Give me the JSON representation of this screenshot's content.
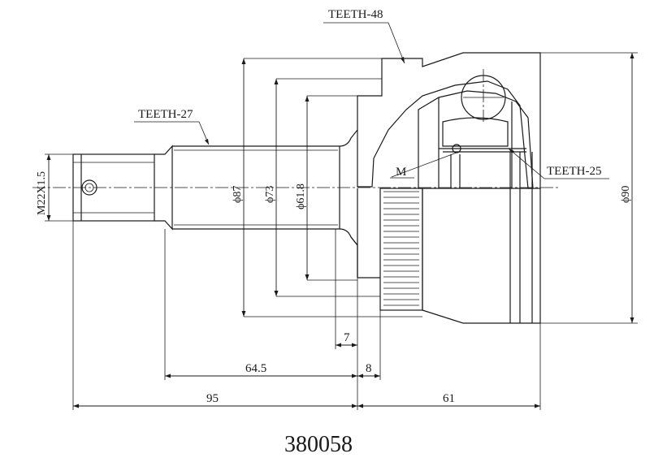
{
  "labels": {
    "teeth_outer": "TEETH-48",
    "teeth_shaft": "TEETH-27",
    "teeth_inner": "TEETH-25",
    "thread": "M22X1.5",
    "m_mark": "M",
    "dia_87": "ϕ87",
    "dia_73": "ϕ73",
    "dia_61": "ϕ61.8",
    "dia_90": "ϕ90",
    "dim_7": "7",
    "dim_64": "64.5",
    "dim_8": "8",
    "dim_95": "95",
    "dim_61": "61"
  },
  "part_number": "380058"
}
